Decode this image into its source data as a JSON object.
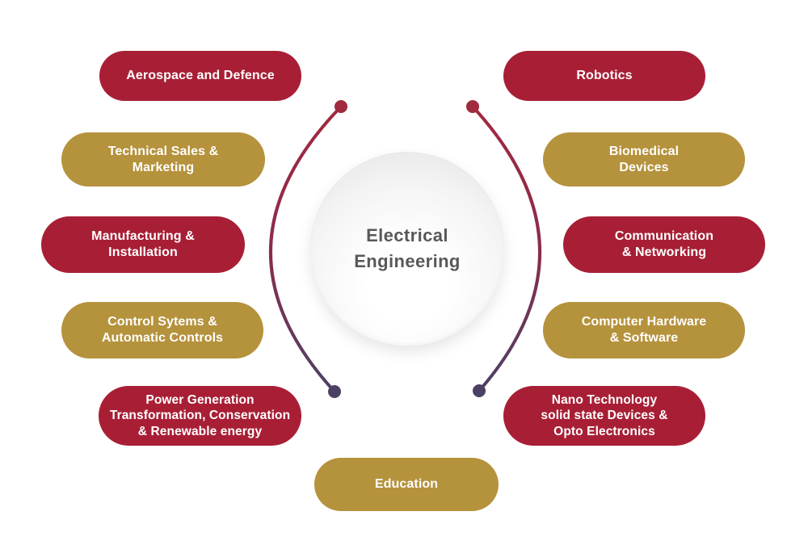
{
  "diagram": {
    "center": {
      "title": "Electrical\nEngineering"
    },
    "left_branches": [
      {
        "label": "Aerospace and Defence",
        "color": "red"
      },
      {
        "label": "Technical Sales &\nMarketing",
        "color": "gold"
      },
      {
        "label": "Manufacturing &\nInstallation",
        "color": "red"
      },
      {
        "label": "Control Sytems &\nAutomatic Controls",
        "color": "gold"
      },
      {
        "label": "Power Generation\nTransformation, Conservation\n& Renewable energy",
        "color": "red"
      }
    ],
    "right_branches": [
      {
        "label": "Robotics",
        "color": "red"
      },
      {
        "label": "Biomedical\nDevices",
        "color": "gold"
      },
      {
        "label": "Communication\n& Networking",
        "color": "red"
      },
      {
        "label": "Computer Hardware\n& Software",
        "color": "gold"
      },
      {
        "label": "Nano Technology\nsolid state Devices &\nOpto Electronics",
        "color": "red"
      }
    ],
    "bottom_branch": {
      "label": "Education",
      "color": "gold"
    }
  },
  "colors": {
    "red_pill": "#A81F35",
    "gold_pill": "#B5923C",
    "pill_text": "#FFFFFF",
    "center_text": "#57585A",
    "arc_gradient_top": "#A02A3E",
    "arc_gradient_middle": "#8C2B4B",
    "arc_gradient_bottom": "#4C4164",
    "background": "#FFFFFF"
  }
}
